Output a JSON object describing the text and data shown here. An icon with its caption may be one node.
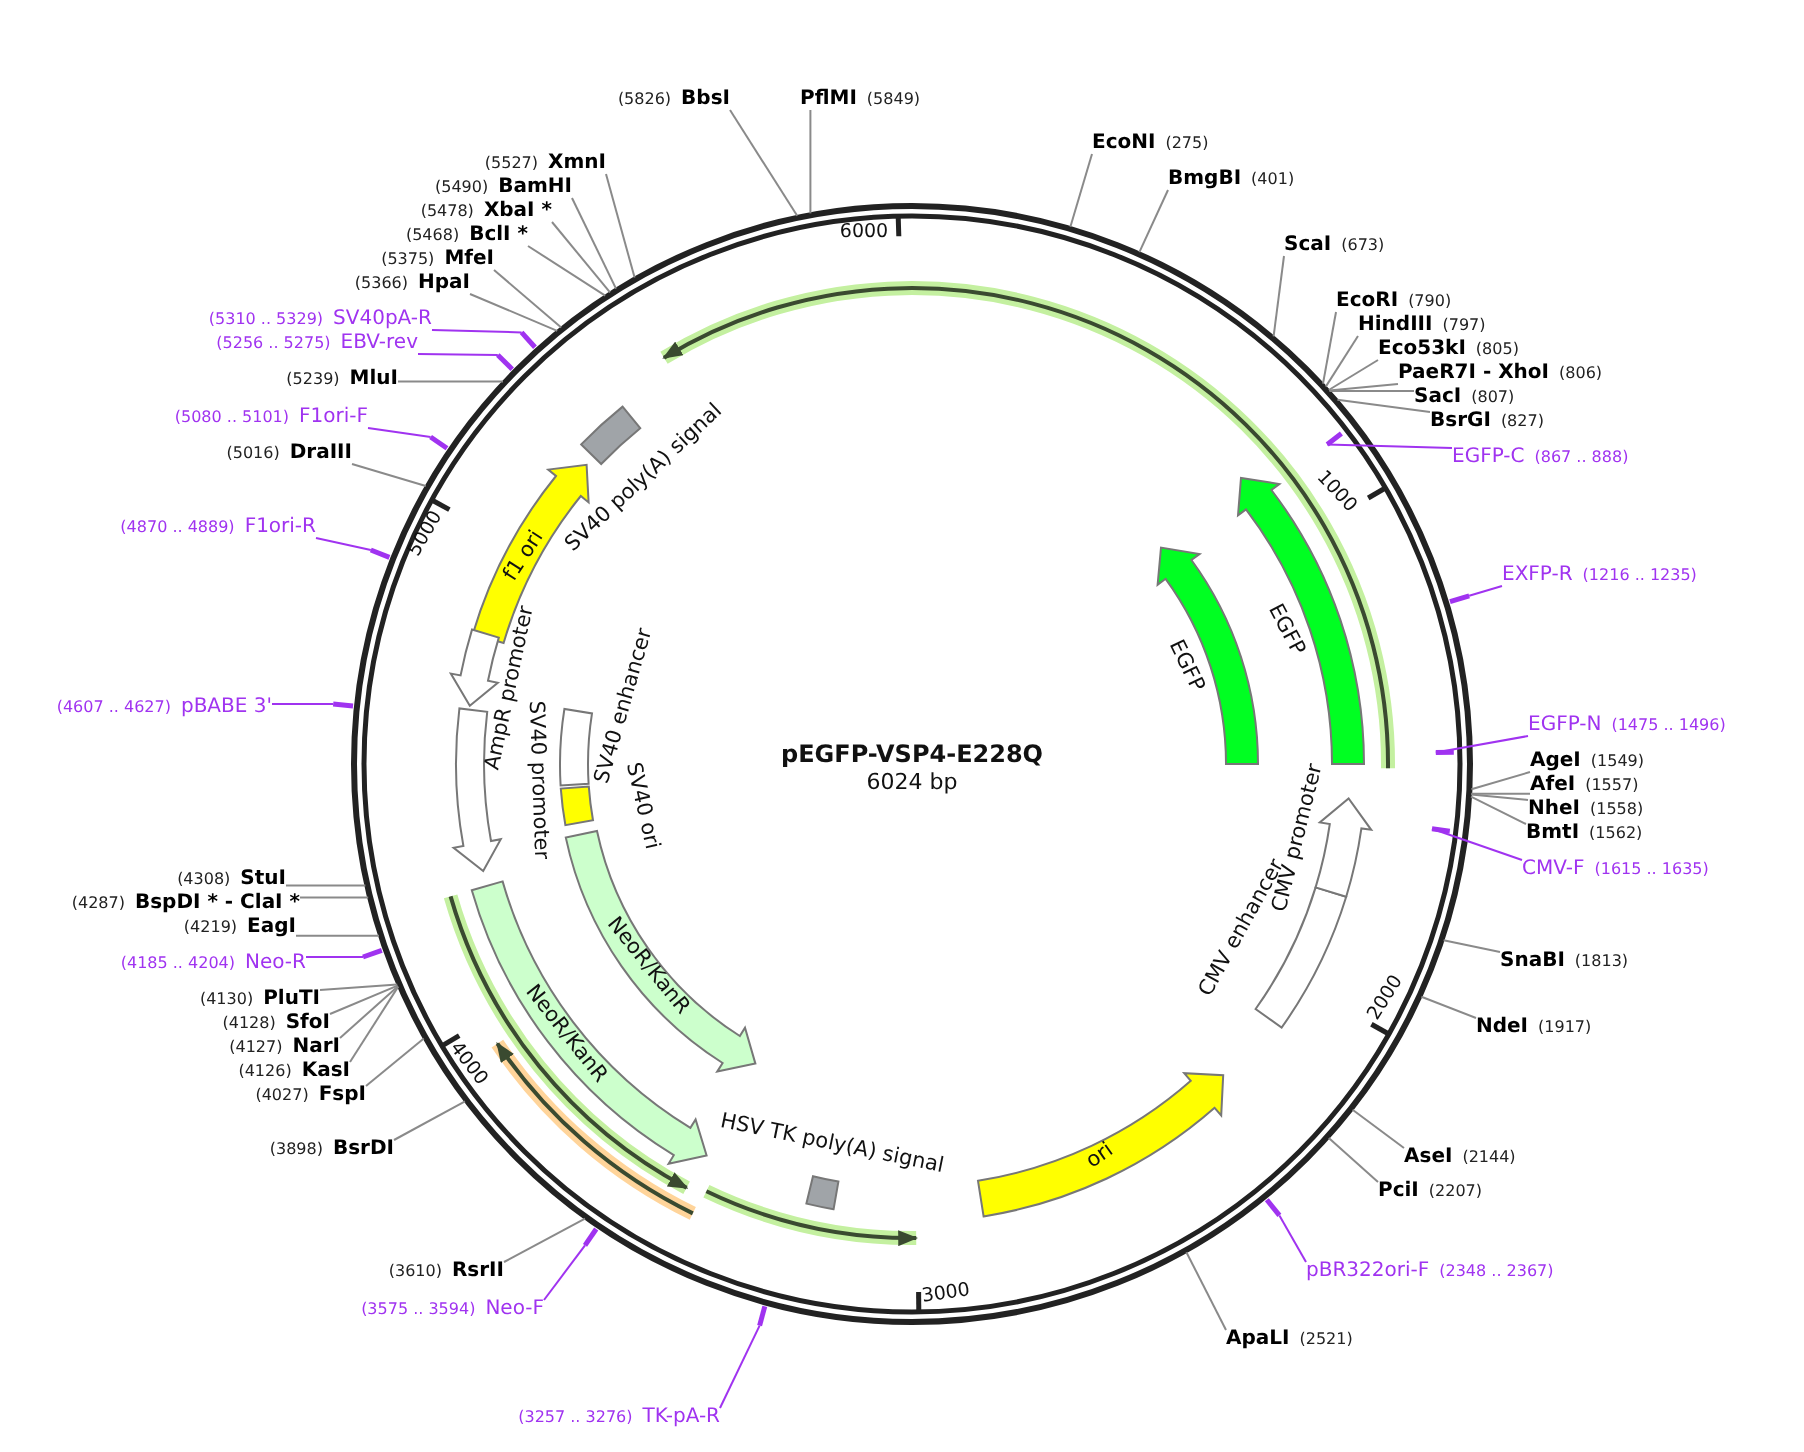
{
  "diagram": {
    "title": "pEGFP-VSP4-E228Q",
    "nodes": [
      {
        "text": [
          "(5826)",
          "BbsI"
        ]
      },
      {
        "text": [
          "PflMI",
          "(5849)"
        ]
      },
      {
        "text": [
          "EcoNI",
          "(275)"
        ]
      },
      {
        "text": [
          "BmgBI",
          "(401)"
        ]
      },
      {
        "text": [
          "ScaI",
          "(673)"
        ]
      },
      {
        "text": [
          "EcoRI",
          "(790)"
        ]
      },
      {
        "text": [
          "HindIII",
          "(797)"
        ]
      },
      {
        "text": [
          "Eco53kI",
          "(805)"
        ]
      },
      {
        "text": [
          "PaeR7I - XhoI",
          "(806)"
        ]
      },
      {
        "text": [
          "SacI",
          "(807)"
        ]
      },
      {
        "text": [
          "BsrGI",
          "(827)"
        ]
      },
      {
        "text": [
          "EGFP-C",
          "(867 .. 888)"
        ]
      },
      {
        "text": [
          "EXFP-R",
          "(1216 .. 1235)"
        ]
      },
      {
        "text": [
          "EGFP-N",
          "(1475 .. 1496)"
        ]
      },
      {
        "text": [
          "AgeI",
          "(1549)"
        ]
      },
      {
        "text": [
          "AfeI",
          "(1557)"
        ]
      },
      {
        "text": [
          "NheI",
          "(1558)"
        ]
      },
      {
        "text": [
          "BmtI",
          "(1562)"
        ]
      },
      {
        "text": [
          "CMV-F",
          "(1615 .. 1635)"
        ]
      },
      {
        "text": [
          "SnaBI",
          "(1813)"
        ]
      },
      {
        "text": [
          "NdeI",
          "(1917)"
        ]
      },
      {
        "text": [
          "AseI",
          "(2144)"
        ]
      },
      {
        "text": [
          "PciI",
          "(2207)"
        ]
      },
      {
        "text": [
          "pBR322ori-F",
          "(2348 .. 2367)"
        ]
      },
      {
        "text": [
          "ApaLI",
          "(2521)"
        ]
      },
      {
        "text": [
          "(3257 .. 3276)",
          "TK-pA-R"
        ]
      },
      {
        "text": [
          "(3575 .. 3594)",
          "Neo-F"
        ]
      },
      {
        "text": [
          "(3610)",
          "RsrII"
        ]
      },
      {
        "text": [
          "(3898)",
          "BsrDI"
        ]
      },
      {
        "text": [
          "(4027)",
          "FspI"
        ]
      },
      {
        "text": [
          "(4126)",
          "KasI"
        ]
      },
      {
        "text": [
          "(4127)",
          "NarI"
        ]
      },
      {
        "text": [
          "(4128)",
          "SfoI"
        ]
      },
      {
        "text": [
          "(4130)",
          "PluTI"
        ]
      },
      {
        "text": [
          "(4185 .. 4204)",
          "Neo-R"
        ]
      },
      {
        "text": [
          "(4219)",
          "EagI"
        ]
      },
      {
        "text": [
          "(4287)",
          "BspDI * - ClaI *"
        ]
      },
      {
        "text": [
          "(4308)",
          "StuI"
        ]
      },
      {
        "text": [
          "(4607 .. 4627)",
          "pBABE 3'"
        ]
      },
      {
        "text": [
          "(4870 .. 4889)",
          "F1ori-R"
        ]
      },
      {
        "text": [
          "(5016)",
          "DraIII"
        ]
      },
      {
        "text": [
          "(5080 .. 5101)",
          "F1ori-F"
        ]
      },
      {
        "text": [
          "(5239)",
          "MluI"
        ]
      },
      {
        "text": [
          "(5256 .. 5275)",
          "EBV-rev"
        ]
      },
      {
        "text": [
          "(5310 .. 5329)",
          "SV40pA-R"
        ]
      },
      {
        "text": [
          "(5366)",
          "HpaI"
        ]
      },
      {
        "text": [
          "(5375)",
          "MfeI"
        ]
      },
      {
        "text": [
          "(5468)",
          "BclI *"
        ]
      },
      {
        "text": [
          "(5478)",
          "XbaI *"
        ]
      },
      {
        "text": [
          "(5490)",
          "BamHI"
        ]
      },
      {
        "text": [
          "(5527)",
          "XmnI"
        ]
      },
      {
        "text": [
          "f1 ori"
        ]
      },
      {
        "text": [
          "SV40 poly(A) signal"
        ]
      },
      {
        "text": [
          "AmpR promoter"
        ]
      },
      {
        "text": [
          "SV40 promoter"
        ]
      },
      {
        "text": [
          "SV40 enhancer"
        ]
      },
      {
        "text": [
          "SV40 ori"
        ]
      },
      {
        "text": [
          "NeoR/KanR"
        ]
      },
      {
        "text": [
          "NeoR/KanR"
        ]
      },
      {
        "text": [
          "HSV TK poly(A) signal"
        ]
      },
      {
        "text": [
          "ori"
        ]
      },
      {
        "text": [
          "CMV enhancer"
        ]
      },
      {
        "text": [
          "CMV promoter"
        ]
      },
      {
        "text": [
          "EGFP"
        ]
      },
      {
        "text": [
          "EGFP"
        ]
      }
    ],
    "edges": [
      {
        "from": 0,
        "to": null,
        "arrow": "none"
      },
      {
        "from": 1,
        "to": null,
        "arrow": "none"
      },
      {
        "from": 2,
        "to": null,
        "arrow": "none"
      },
      {
        "from": 3,
        "to": null,
        "arrow": "none"
      },
      {
        "from": 4,
        "to": null,
        "arrow": "none"
      },
      {
        "from": 5,
        "to": null,
        "arrow": "none"
      },
      {
        "from": 6,
        "to": null,
        "arrow": "none"
      },
      {
        "from": 7,
        "to": null,
        "arrow": "none"
      },
      {
        "from": 8,
        "to": null,
        "arrow": "none"
      },
      {
        "from": 9,
        "to": null,
        "arrow": "none"
      },
      {
        "from": 10,
        "to": null,
        "arrow": "none"
      },
      {
        "from": 11,
        "to": null,
        "arrow": "none",
        "color": "#a033f0"
      },
      {
        "from": 12,
        "to": null,
        "arrow": "none",
        "color": "#a033f0"
      },
      {
        "from": 13,
        "to": null,
        "arrow": "none",
        "color": "#a033f0"
      },
      {
        "from": 14,
        "to": null,
        "arrow": "none"
      },
      {
        "from": 15,
        "to": null,
        "arrow": "none"
      },
      {
        "from": 16,
        "to": null,
        "arrow": "none"
      },
      {
        "from": 17,
        "to": null,
        "arrow": "none"
      },
      {
        "from": 18,
        "to": null,
        "arrow": "none",
        "color": "#a033f0"
      },
      {
        "from": 19,
        "to": null,
        "arrow": "none"
      },
      {
        "from": 20,
        "to": null,
        "arrow": "none"
      },
      {
        "from": 21,
        "to": null,
        "arrow": "none"
      },
      {
        "from": 22,
        "to": null,
        "arrow": "none"
      },
      {
        "from": 23,
        "to": null,
        "arrow": "none",
        "color": "#a033f0"
      },
      {
        "from": 24,
        "to": null,
        "arrow": "none"
      },
      {
        "from": 25,
        "to": null,
        "arrow": "none",
        "color": "#a033f0"
      },
      {
        "from": 26,
        "to": null,
        "arrow": "none",
        "color": "#a033f0"
      },
      {
        "from": 27,
        "to": null,
        "arrow": "none"
      },
      {
        "from": 28,
        "to": null,
        "arrow": "none"
      },
      {
        "from": 29,
        "to": null,
        "arrow": "none"
      },
      {
        "from": 30,
        "to": null,
        "arrow": "none"
      },
      {
        "from": 31,
        "to": null,
        "arrow": "none"
      },
      {
        "from": 32,
        "to": null,
        "arrow": "none"
      },
      {
        "from": 33,
        "to": null,
        "arrow": "none"
      },
      {
        "from": 34,
        "to": null,
        "arrow": "none",
        "color": "#a033f0"
      },
      {
        "from": 35,
        "to": null,
        "arrow": "none"
      },
      {
        "from": 36,
        "to": null,
        "arrow": "none"
      },
      {
        "from": 37,
        "to": null,
        "arrow": "none"
      },
      {
        "from": 38,
        "to": null,
        "arrow": "none",
        "color": "#a033f0"
      },
      {
        "from": 39,
        "to": null,
        "arrow": "none",
        "color": "#a033f0"
      },
      {
        "from": 40,
        "to": null,
        "arrow": "none"
      },
      {
        "from": 41,
        "to": null,
        "arrow": "none",
        "color": "#a033f0"
      },
      {
        "from": 42,
        "to": null,
        "arrow": "none"
      },
      {
        "from": 43,
        "to": null,
        "arrow": "none",
        "color": "#a033f0"
      },
      {
        "from": 44,
        "to": null,
        "arrow": "none",
        "color": "#a033f0"
      },
      {
        "from": 45,
        "to": null,
        "arrow": "none"
      },
      {
        "from": 46,
        "to": null,
        "arrow": "none"
      },
      {
        "from": 47,
        "to": null,
        "arrow": "none"
      },
      {
        "from": 48,
        "to": null,
        "arrow": "none"
      },
      {
        "from": 49,
        "to": null,
        "arrow": "none"
      },
      {
        "from": 50,
        "to": null,
        "arrow": "none"
      }
    ],
    "labels": [
      "6000",
      "1000",
      "2000",
      "3000",
      "4000",
      "5000",
      "6024 bp"
    ]
  }
}
